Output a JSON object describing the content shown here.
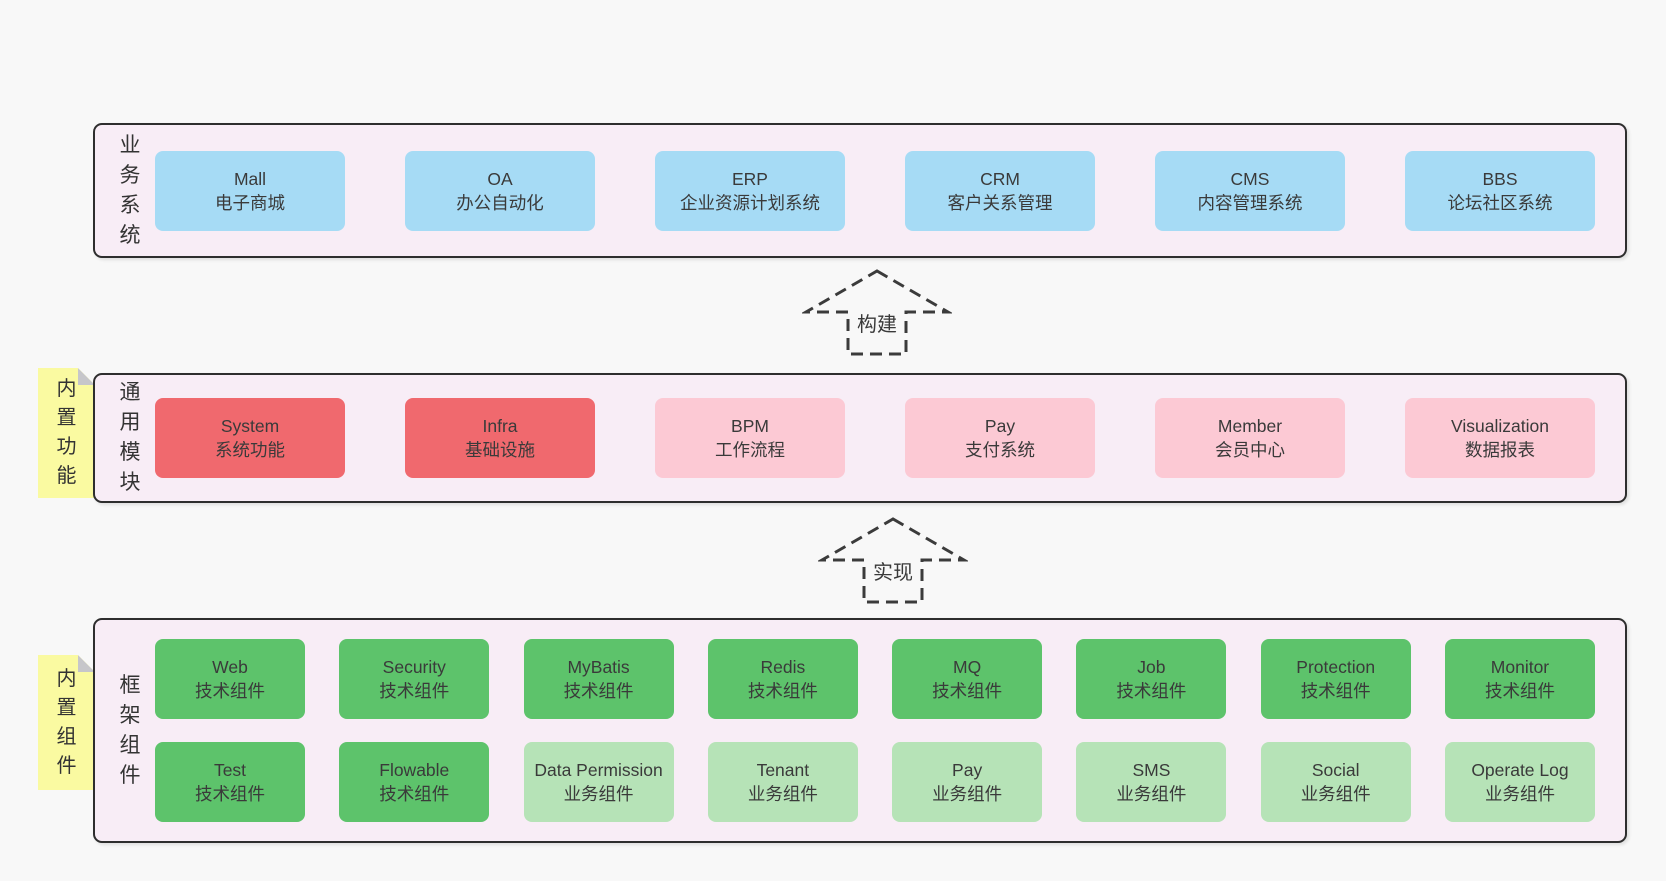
{
  "colors": {
    "bg": "#f8f8f8",
    "panel": "#f8edf6",
    "line": "#2e2e2e",
    "text": "#3a3a3a",
    "blue": "#a6dbf5",
    "red": "#f0696e",
    "pink": "#fcc9d4",
    "green": "#5dc36b",
    "lightgreen": "#b6e3b7",
    "yellow": "#fafaa1",
    "fold": "#c6c6ca"
  },
  "sections": {
    "business": {
      "label": "业务系统",
      "items": [
        {
          "name": "Mall",
          "desc": "电子商城"
        },
        {
          "name": "OA",
          "desc": "办公自动化"
        },
        {
          "name": "ERP",
          "desc": "企业资源计划系统"
        },
        {
          "name": "CRM",
          "desc": "客户关系管理"
        },
        {
          "name": "CMS",
          "desc": "内容管理系统"
        },
        {
          "name": "BBS",
          "desc": "论坛社区系统"
        }
      ]
    },
    "modules": {
      "sticky": "内置功能",
      "label": "通用模块",
      "items": [
        {
          "name": "System",
          "desc": "系统功能"
        },
        {
          "name": "Infra",
          "desc": "基础设施"
        },
        {
          "name": "BPM",
          "desc": "工作流程"
        },
        {
          "name": "Pay",
          "desc": "支付系统"
        },
        {
          "name": "Member",
          "desc": "会员中心"
        },
        {
          "name": "Visualization",
          "desc": "数据报表"
        }
      ]
    },
    "components": {
      "sticky": "内置组件",
      "label": "框架组件",
      "row1": [
        {
          "name": "Web",
          "desc": "技术组件"
        },
        {
          "name": "Security",
          "desc": "技术组件"
        },
        {
          "name": "MyBatis",
          "desc": "技术组件"
        },
        {
          "name": "Redis",
          "desc": "技术组件"
        },
        {
          "name": "MQ",
          "desc": "技术组件"
        },
        {
          "name": "Job",
          "desc": "技术组件"
        },
        {
          "name": "Protection",
          "desc": "技术组件"
        },
        {
          "name": "Monitor",
          "desc": "技术组件"
        }
      ],
      "row2": [
        {
          "name": "Test",
          "desc": "技术组件"
        },
        {
          "name": "Flowable",
          "desc": "技术组件"
        },
        {
          "name": "Data Permission",
          "desc": "业务组件"
        },
        {
          "name": "Tenant",
          "desc": "业务组件"
        },
        {
          "name": "Pay",
          "desc": "业务组件"
        },
        {
          "name": "SMS",
          "desc": "业务组件"
        },
        {
          "name": "Social",
          "desc": "业务组件"
        },
        {
          "name": "Operate Log",
          "desc": "业务组件"
        }
      ]
    }
  },
  "arrows": [
    {
      "label": "构建"
    },
    {
      "label": "实现"
    }
  ]
}
